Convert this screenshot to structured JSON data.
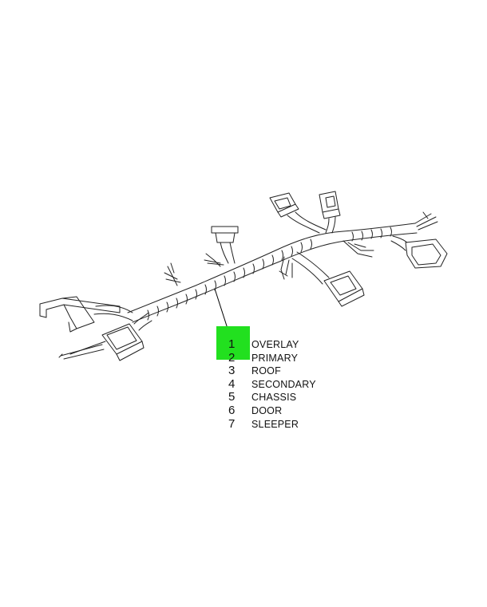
{
  "legend": {
    "items": [
      {
        "num": "1",
        "label": "OVERLAY"
      },
      {
        "num": "2",
        "label": "PRIMARY"
      },
      {
        "num": "3",
        "label": "ROOF"
      },
      {
        "num": "4",
        "label": "SECONDARY"
      },
      {
        "num": "5",
        "label": "CHASSIS"
      },
      {
        "num": "6",
        "label": "DOOR"
      },
      {
        "num": "7",
        "label": "SLEEPER"
      }
    ]
  },
  "callout": {
    "highlight_color": "#22e01f"
  },
  "footer": {
    "left": "",
    "right": ""
  }
}
